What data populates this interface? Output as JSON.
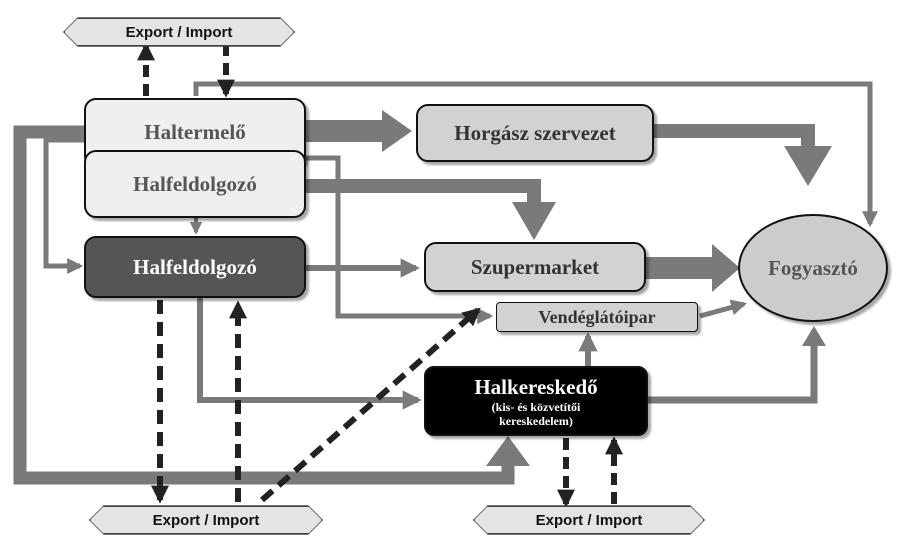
{
  "nodes": {
    "haltermelo": "Haltermelő",
    "halfeldolgozo_light": "Halfeldolgozó",
    "halfeldolgozo_dark": "Halfeldolgozó",
    "horgasz": "Horgász szervezet",
    "szupermarket": "Szupermarket",
    "vendeglatoipar": "Vendéglátóipar",
    "halkereskedo": "Halkereskedő",
    "halkereskedo_sub1": "(kis- és közvetítői",
    "halkereskedo_sub2": "kereskedelem)",
    "fogyaszto": "Fogyasztó"
  },
  "trade": {
    "top": "Export / Import",
    "bottom_left": "Export / Import",
    "bottom_right": "Export / Import"
  },
  "colors": {
    "arrow": "#7a7a7a",
    "dashed": "#222222",
    "box_light": "#efefef",
    "box_mid": "#d2d2d2",
    "box_dark": "#555555",
    "box_black": "#000000"
  }
}
